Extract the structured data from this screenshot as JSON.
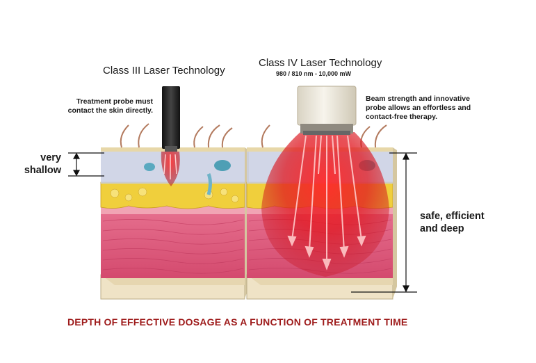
{
  "left_panel": {
    "title": "Class III Laser Technology",
    "note_line1": "Treatment probe must",
    "note_line2": "contact the skin directly.",
    "depth_label_line1": "very",
    "depth_label_line2": "shallow"
  },
  "right_panel": {
    "title": "Class IV Laser Technology",
    "spec": "980 / 810 nm  -  10,000 mW",
    "note_line1": "Beam strength and innovative",
    "note_line2": "probe allows an effortless and",
    "note_line3": "contact-free therapy.",
    "depth_label_line1": "safe, efficient",
    "depth_label_line2": "and deep"
  },
  "footer": "DEPTH OF EFFECTIVE DOSAGE AS A FUNCTION OF TREATMENT TIME",
  "colors": {
    "epidermis": "#c9cfe3",
    "fat": "#f0cf3c",
    "dermis": "#e8798f",
    "muscle": "#d94a6e",
    "base": "#efe3c6",
    "laser": "#d8121e",
    "footer_text": "#9e1b1b"
  }
}
